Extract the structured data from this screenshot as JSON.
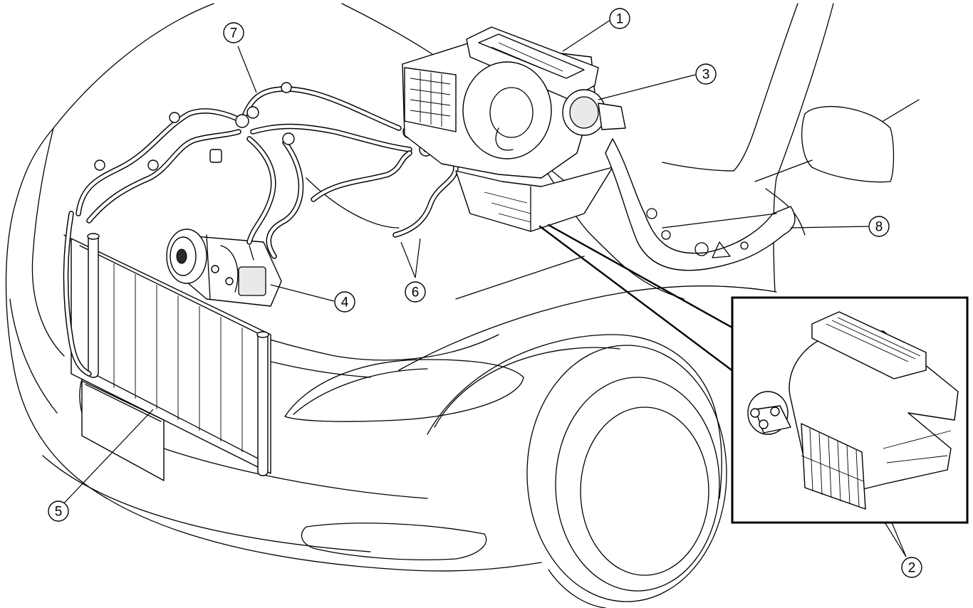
{
  "callouts": [
    {
      "id": "1",
      "label": "1",
      "part": "heater-unit"
    },
    {
      "id": "2",
      "label": "2",
      "part": "air-filter"
    },
    {
      "id": "3",
      "label": "3",
      "part": "blower-unit"
    },
    {
      "id": "4",
      "label": "4",
      "part": "compressor"
    },
    {
      "id": "5",
      "label": "5",
      "part": "condenser"
    },
    {
      "id": "6",
      "label": "6",
      "part": "heater-hoses"
    },
    {
      "id": "7",
      "label": "7",
      "part": "refrigerant-lines"
    },
    {
      "id": "8",
      "label": "8",
      "part": "rear-duct"
    }
  ],
  "style": {
    "line_color": "#000000",
    "background": "#ffffff"
  }
}
